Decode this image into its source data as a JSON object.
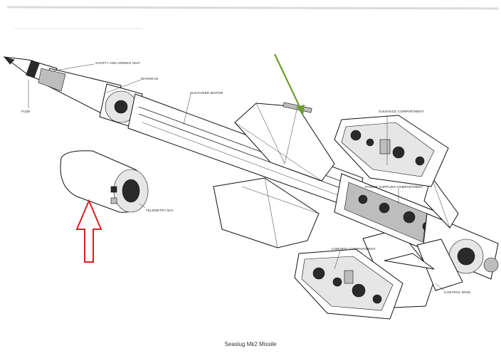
{
  "caption": "Seaslug Mk2 Missile",
  "labels": {
    "fuze": "FUZE",
    "safety": "SAFETY AND ARMING UNIT",
    "warhead": "WARHEAD",
    "sustainer": "SUSTAINER MOTOR",
    "guidance": "GUIDANCE COMPARTMENT",
    "power": "POWER SUPPLIES COMPARTMENT",
    "telemetry": "TELEMETRY BAY",
    "control_comp": "CONTROL COMPARTMENT",
    "control_wing": "CONTROL WING"
  },
  "colors": {
    "green_arrow": "#6e9c2e",
    "red_arrow": "#d42020"
  }
}
